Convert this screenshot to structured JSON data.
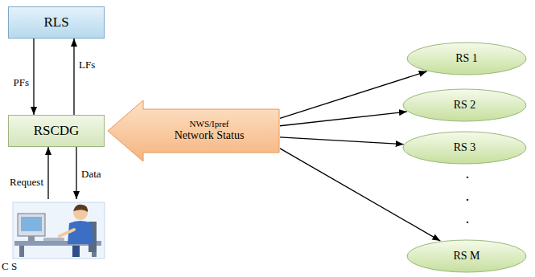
{
  "diagram": {
    "nodes": [
      {
        "text": [
          "RLS"
        ]
      },
      {
        "text": [
          "RSCDG"
        ]
      },
      {
        "text": [
          "C S"
        ]
      },
      {
        "text": [
          "NWS/Ipref",
          "Network Status"
        ]
      },
      {
        "text": [
          "RS 1"
        ]
      },
      {
        "text": [
          "RS 2"
        ]
      },
      {
        "text": [
          "RS 3"
        ]
      },
      {
        "text": [
          "RS M"
        ]
      }
    ],
    "edges": [
      {
        "from": 0,
        "to": 1,
        "arrow": "to",
        "label": "PFs"
      },
      {
        "from": 1,
        "to": 0,
        "arrow": "to",
        "label": "LFs"
      },
      {
        "from": 2,
        "to": 1,
        "arrow": "to",
        "label": "Request"
      },
      {
        "from": 1,
        "to": 2,
        "arrow": "to",
        "label": "Data"
      },
      {
        "from": 3,
        "to": 4,
        "arrow": "to"
      },
      {
        "from": 3,
        "to": 5,
        "arrow": "to"
      },
      {
        "from": 3,
        "to": 6,
        "arrow": "to"
      },
      {
        "from": 3,
        "to": 7,
        "arrow": "to"
      }
    ],
    "labels": [
      "·",
      "·",
      "·"
    ]
  }
}
